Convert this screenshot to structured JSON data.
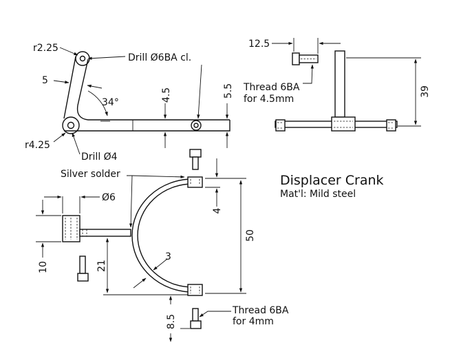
{
  "title": "Displacer Crank",
  "material": "Mat'l: Mild steel",
  "top_view": {
    "r_small": "r2.25",
    "r_large": "r4.25",
    "arm_width": "5",
    "drill_small": "Drill Ø6BA cl.",
    "drill_large": "Drill Ø4",
    "angle": "34°",
    "dim_45": "4.5",
    "dim_55": "5.5"
  },
  "side_view": {
    "dim_125": "12.5",
    "thread": "Thread 6BA",
    "thread_len": "for 4.5mm",
    "dim_39": "39"
  },
  "front_view": {
    "silver_solder": "Silver solder",
    "dia_6": "Ø6",
    "dim_4": "4",
    "dim_50": "50",
    "dim_3": "3",
    "dim_10": "10",
    "dim_21": "21",
    "dim_85": "8.5",
    "thread": "Thread 6BA",
    "thread_len": "for 4mm"
  }
}
